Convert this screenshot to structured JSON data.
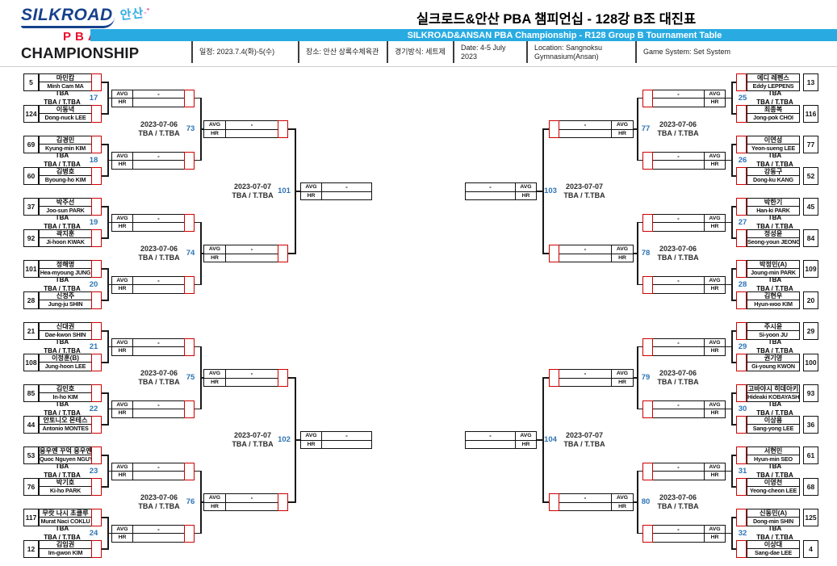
{
  "colors": {
    "subtitle_bar_blue": "#29ABE2",
    "match_number_blue": "#2E74B5",
    "advance_cell_red": "#CC0000",
    "logo_blue": "#16418C",
    "pba_red": "#E8112D"
  },
  "header": {
    "logo": {
      "silkroad": "SILKROAD",
      "ansan": "안산",
      "pba": "PBA",
      "championship": "CHAMPIONSHIP"
    },
    "title_ko": "실크로드&안산 PBA 챔피언십 - 128강 B조 대진표",
    "title_en": "SILKROAD&ANSAN PBA Championship - R128 Group B Tournament Table",
    "info_items": [
      "일정: 2023.7.4(화)-5(수)",
      "장소: 안산 상록수체육관",
      "경기방식: 세트제",
      "Date: 4-5 July 2023",
      "Location: Sangnoksu\nGymnasium(Ansan)",
      "Game System: Set System"
    ]
  },
  "labels": {
    "avg": "AVG",
    "hr": "HR",
    "tba": "TBA",
    "tba_t": "TBA / T.TBA"
  },
  "score_box": {
    "avg_value": "-",
    "hr_value": ""
  },
  "bracket": {
    "left": {
      "round1": [
        {
          "no": "17",
          "top": {
            "seed": "5",
            "kor": "마민캄",
            "eng": "Minh Cam MA"
          },
          "bottom": {
            "seed": "124",
            "kor": "이동녁",
            "eng": "Dong-nuck LEE"
          }
        },
        {
          "no": "18",
          "top": {
            "seed": "69",
            "kor": "김경민",
            "eng": "Kyung-min KIM"
          },
          "bottom": {
            "seed": "60",
            "kor": "김병호",
            "eng": "Byoung-ho KIM"
          }
        },
        {
          "no": "19",
          "top": {
            "seed": "37",
            "kor": "박주선",
            "eng": "Joo-sun PARK"
          },
          "bottom": {
            "seed": "92",
            "kor": "곽지훈",
            "eng": "Ji-hoon KWAK"
          }
        },
        {
          "no": "20",
          "top": {
            "seed": "101",
            "kor": "정해명",
            "eng": "Hea-myoung JUNG"
          },
          "bottom": {
            "seed": "28",
            "kor": "신정주",
            "eng": "Jung-ju SHIN"
          }
        },
        {
          "no": "21",
          "top": {
            "seed": "21",
            "kor": "신대권",
            "eng": "Dae-kwon SHIN"
          },
          "bottom": {
            "seed": "108",
            "kor": "이정훈(B)",
            "eng": "Jung-hoon LEE"
          }
        },
        {
          "no": "22",
          "top": {
            "seed": "85",
            "kor": "김인호",
            "eng": "In-ho KIM"
          },
          "bottom": {
            "seed": "44",
            "kor": "안토니오 몬테스",
            "eng": "Antonio MONTES"
          }
        },
        {
          "no": "23",
          "top": {
            "seed": "53",
            "kor": "응우옌 꾸억 응우옌",
            "eng": "Quoc Nguyen NGUYEN"
          },
          "bottom": {
            "seed": "76",
            "kor": "박기호",
            "eng": "Ki-ho PARK"
          }
        },
        {
          "no": "24",
          "top": {
            "seed": "117",
            "kor": "무랏 나시 초클루",
            "eng": "Murat Naci COKLU"
          },
          "bottom": {
            "seed": "12",
            "kor": "김임권",
            "eng": "Im-gwon KIM"
          }
        }
      ],
      "round2": [
        {
          "no": "73",
          "date": "2023-07-06",
          "schedule": "TBA / T.TBA"
        },
        {
          "no": "74",
          "date": "2023-07-06",
          "schedule": "TBA / T.TBA"
        },
        {
          "no": "75",
          "date": "2023-07-06",
          "schedule": "TBA / T.TBA"
        },
        {
          "no": "76",
          "date": "2023-07-06",
          "schedule": "TBA / T.TBA"
        }
      ],
      "round3": [
        {
          "no": "101",
          "date": "2023-07-07",
          "schedule": "TBA / T.TBA"
        },
        {
          "no": "102",
          "date": "2023-07-07",
          "schedule": "TBA / T.TBA"
        }
      ]
    },
    "right": {
      "round1": [
        {
          "no": "25",
          "top": {
            "seed": "13",
            "kor": "에디 레펜스",
            "eng": "Eddy LEPPENS"
          },
          "bottom": {
            "seed": "116",
            "kor": "최종복",
            "eng": "Jong-pok CHOI"
          }
        },
        {
          "no": "26",
          "top": {
            "seed": "77",
            "kor": "이연성",
            "eng": "Yeon-sueng LEE"
          },
          "bottom": {
            "seed": "52",
            "kor": "강동구",
            "eng": "Dong-ku KANG"
          }
        },
        {
          "no": "27",
          "top": {
            "seed": "45",
            "kor": "박한기",
            "eng": "Han-ki PARK"
          },
          "bottom": {
            "seed": "84",
            "kor": "정성윤",
            "eng": "Seong-youn JEONG"
          }
        },
        {
          "no": "28",
          "top": {
            "seed": "109",
            "kor": "박정민(A)",
            "eng": "Joung-min PARK"
          },
          "bottom": {
            "seed": "20",
            "kor": "김현우",
            "eng": "Hyun-woo KIM"
          }
        },
        {
          "no": "29",
          "top": {
            "seed": "29",
            "kor": "주시윤",
            "eng": "Si-yoon JU"
          },
          "bottom": {
            "seed": "100",
            "kor": "권기영",
            "eng": "Gi-young KWON"
          }
        },
        {
          "no": "30",
          "top": {
            "seed": "93",
            "kor": "고바야시 히데아키",
            "eng": "Hideaki KOBAYASHI"
          },
          "bottom": {
            "seed": "36",
            "kor": "이상용",
            "eng": "Sang-yong LEE"
          }
        },
        {
          "no": "31",
          "top": {
            "seed": "61",
            "kor": "서현민",
            "eng": "Hyun-min SEO"
          },
          "bottom": {
            "seed": "68",
            "kor": "이영천",
            "eng": "Yeong-cheon LEE"
          }
        },
        {
          "no": "32",
          "top": {
            "seed": "125",
            "kor": "신동민(A)",
            "eng": "Dong-min SHIN"
          },
          "bottom": {
            "seed": "4",
            "kor": "이상대",
            "eng": "Sang-dae LEE"
          }
        }
      ],
      "round2": [
        {
          "no": "77",
          "date": "2023-07-06",
          "schedule": "TBA / T.TBA"
        },
        {
          "no": "78",
          "date": "2023-07-06",
          "schedule": "TBA / T.TBA"
        },
        {
          "no": "79",
          "date": "2023-07-06",
          "schedule": "TBA / T.TBA"
        },
        {
          "no": "80",
          "date": "2023-07-06",
          "schedule": "TBA / T.TBA"
        }
      ],
      "round3": [
        {
          "no": "103",
          "date": "2023-07-07",
          "schedule": "TBA / T.TBA"
        },
        {
          "no": "104",
          "date": "2023-07-07",
          "schedule": "TBA / T.TBA"
        }
      ]
    }
  }
}
